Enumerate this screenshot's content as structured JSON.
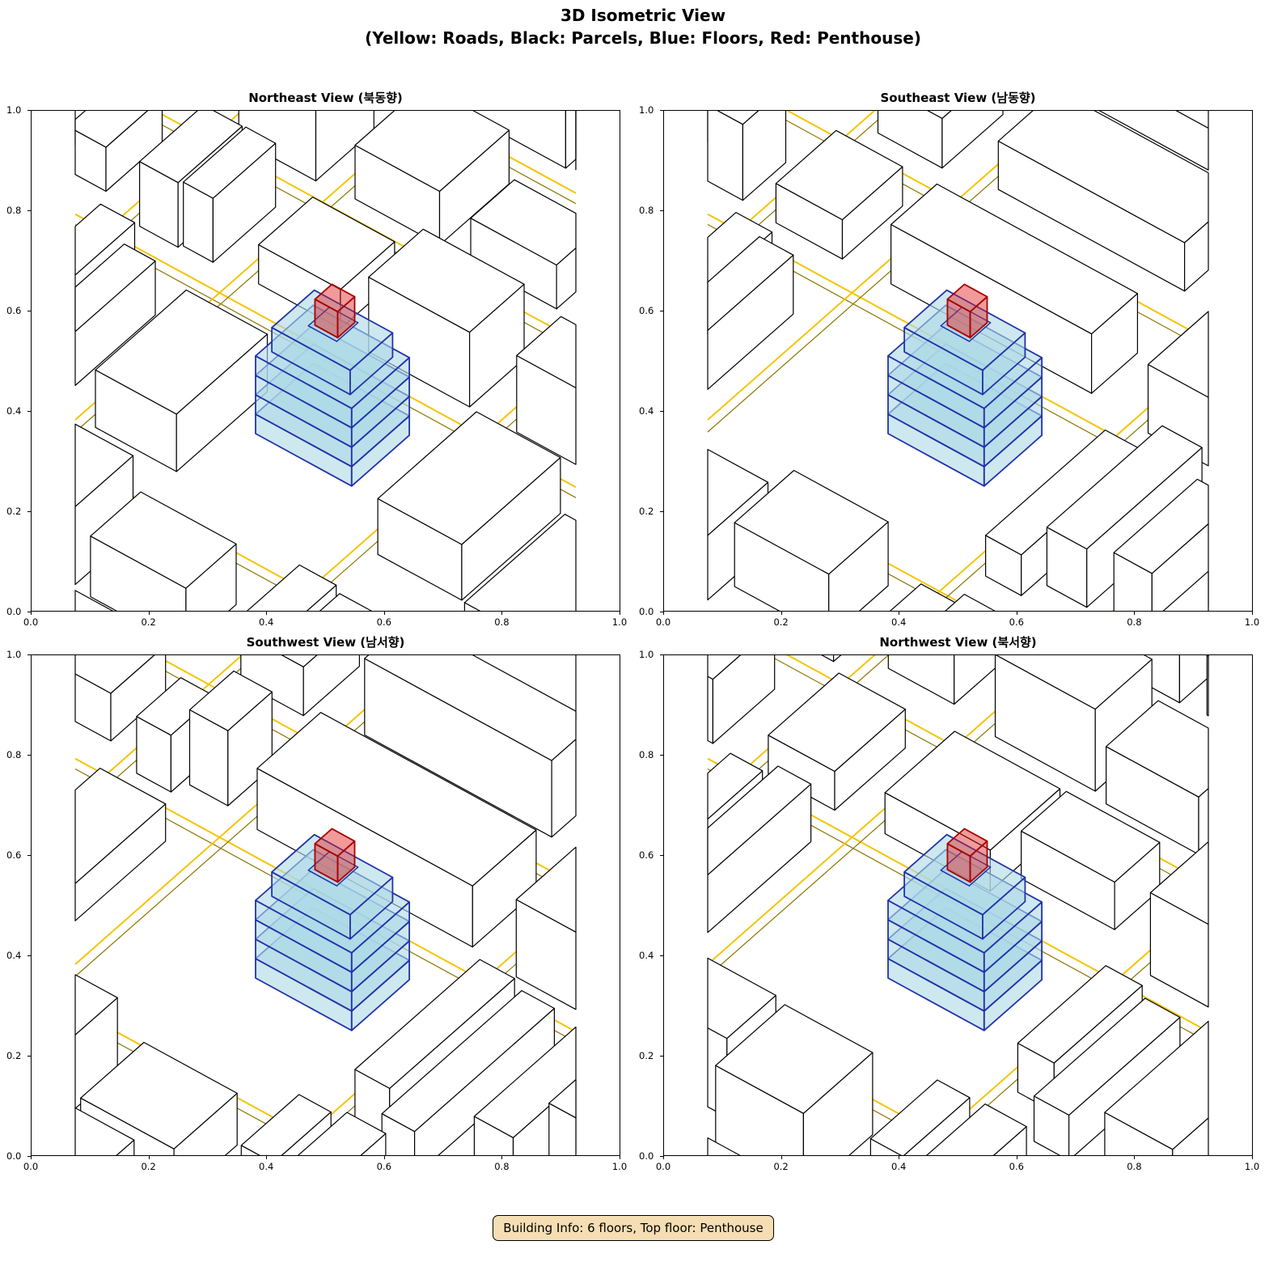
{
  "figure": {
    "title_line1": "3D Isometric View",
    "title_line2": "(Yellow: Roads, Black: Parcels, Blue: Floors, Red: Penthouse)",
    "info": "Building Info: 6 floors, Top floor: Penthouse"
  },
  "panels": [
    {
      "title": "Northeast View (북동향)"
    },
    {
      "title": "Southeast View (남동향)"
    },
    {
      "title": "Southwest View (남서향)"
    },
    {
      "title": "Northwest View (북서향)"
    }
  ],
  "ticks": {
    "x": [
      "0.0",
      "0.2",
      "0.4",
      "0.6",
      "0.8",
      "1.0"
    ],
    "y": [
      "0.0",
      "0.2",
      "0.4",
      "0.6",
      "0.8",
      "1.0"
    ]
  },
  "colors": {
    "road": "#f5c400",
    "road_edge": "#8b7500",
    "parcel": "#000000",
    "floor_fill": "#add8e6",
    "floor_edge": "#2233aa",
    "penthouse": "#e02020",
    "info_bg": "#f5deb3"
  },
  "building": {
    "floors": 6,
    "top_floor": "Penthouse"
  }
}
